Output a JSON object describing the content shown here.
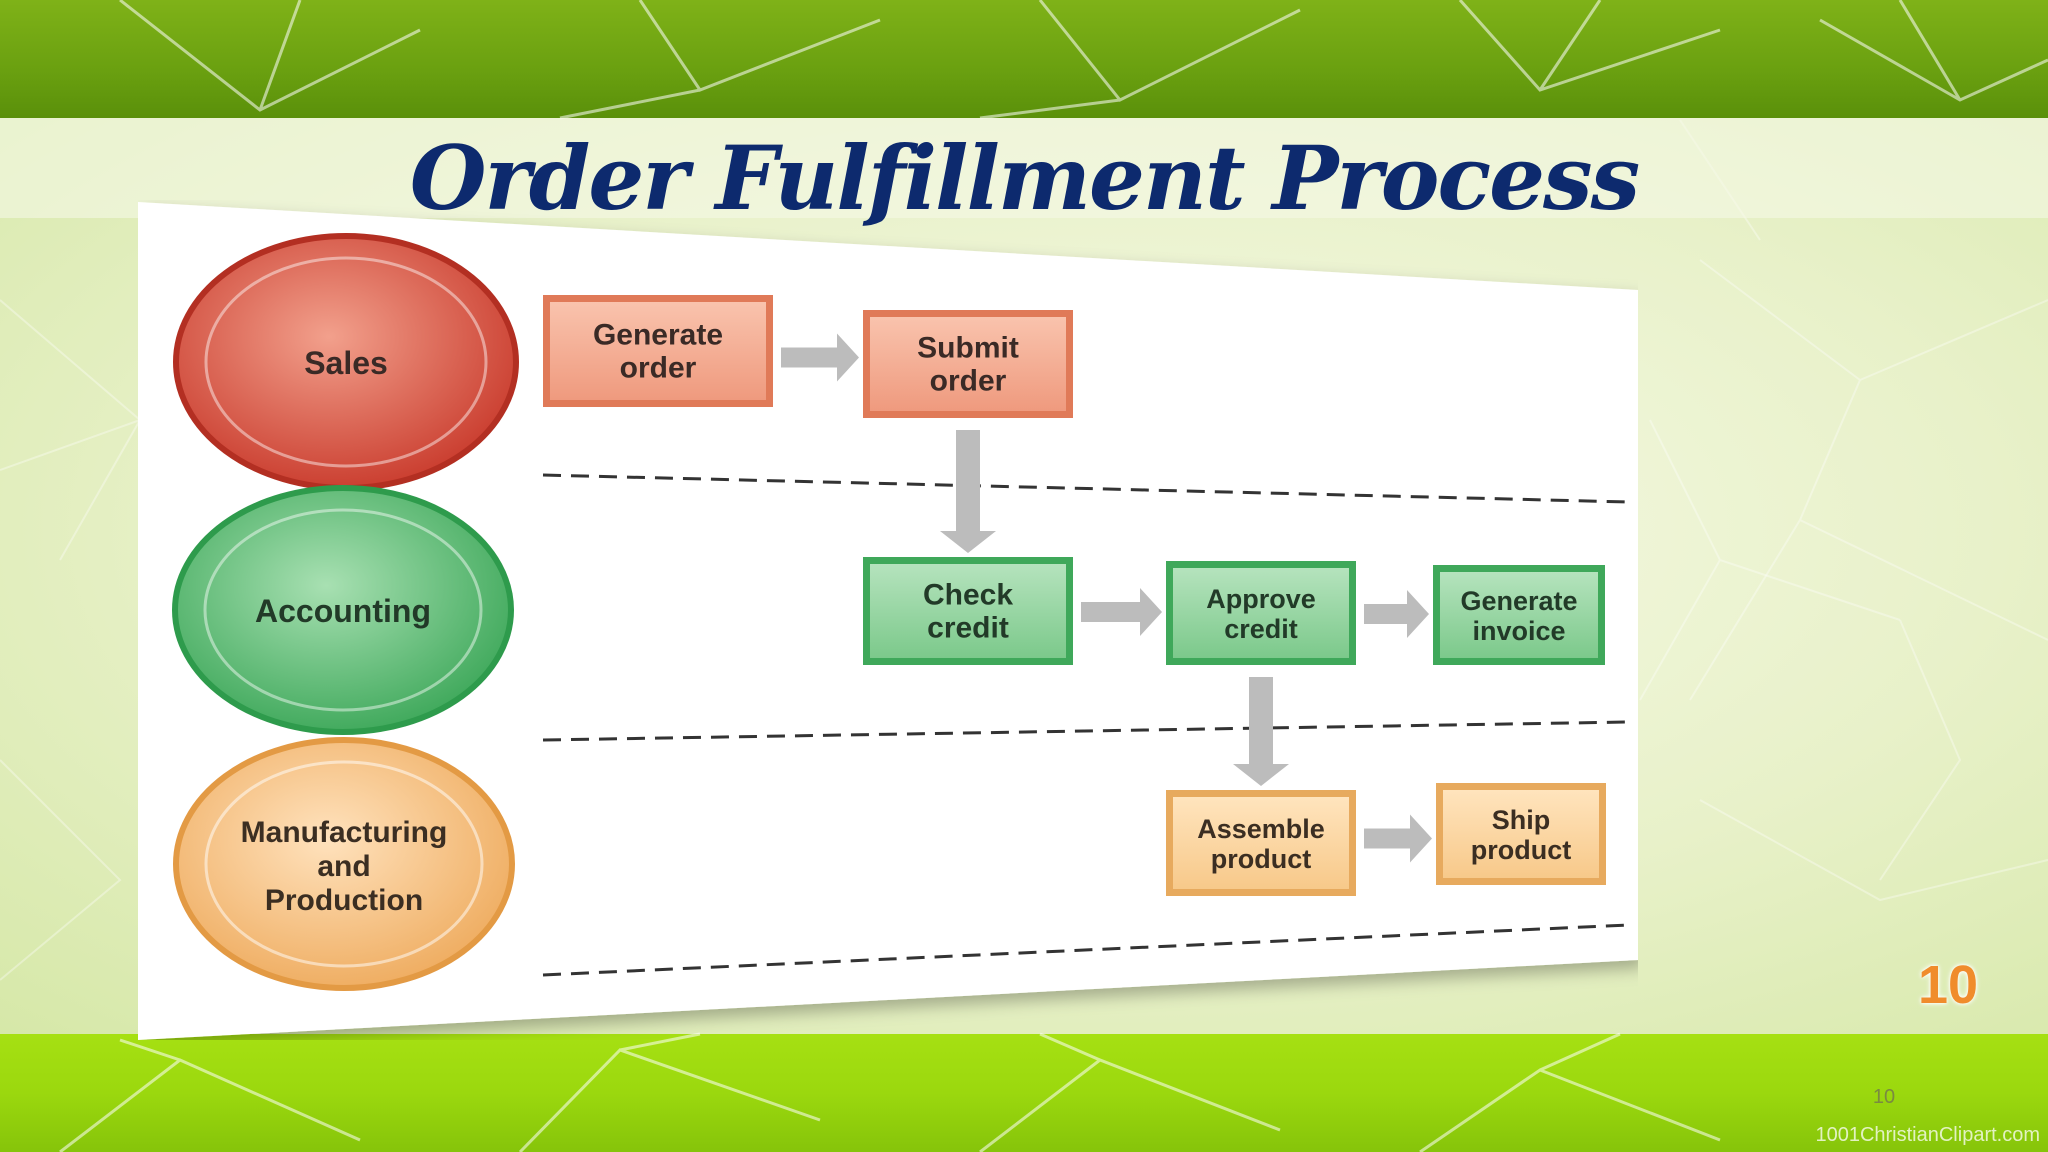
{
  "slide": {
    "title": "Order Fulfillment Process",
    "page_number_large": "10",
    "page_number_small": "10",
    "watermark": "1001ChristianClipart.com"
  },
  "diagram": {
    "lanes": [
      {
        "id": "sales",
        "label": "Sales",
        "color": "#d9533f"
      },
      {
        "id": "accounting",
        "label": "Accounting",
        "color": "#4fb36a"
      },
      {
        "id": "manufacturing",
        "label": [
          "Manufacturing",
          "and",
          "Production"
        ],
        "color": "#f2b06a"
      }
    ],
    "steps": [
      {
        "id": "generate-order",
        "lane": "sales",
        "label": [
          "Generate",
          "order"
        ]
      },
      {
        "id": "submit-order",
        "lane": "sales",
        "label": [
          "Submit",
          "order"
        ]
      },
      {
        "id": "check-credit",
        "lane": "accounting",
        "label": [
          "Check",
          "credit"
        ]
      },
      {
        "id": "approve-credit",
        "lane": "accounting",
        "label": [
          "Approve",
          "credit"
        ]
      },
      {
        "id": "generate-invoice",
        "lane": "accounting",
        "label": [
          "Generate",
          "invoice"
        ]
      },
      {
        "id": "assemble-product",
        "lane": "manufacturing",
        "label": [
          "Assemble",
          "product"
        ]
      },
      {
        "id": "ship-product",
        "lane": "manufacturing",
        "label": [
          "Ship",
          "product"
        ]
      }
    ],
    "flows": [
      {
        "from": "generate-order",
        "to": "submit-order"
      },
      {
        "from": "submit-order",
        "to": "check-credit"
      },
      {
        "from": "check-credit",
        "to": "approve-credit"
      },
      {
        "from": "approve-credit",
        "to": "generate-invoice"
      },
      {
        "from": "approve-credit",
        "to": "assemble-product"
      },
      {
        "from": "assemble-product",
        "to": "ship-product"
      }
    ]
  }
}
